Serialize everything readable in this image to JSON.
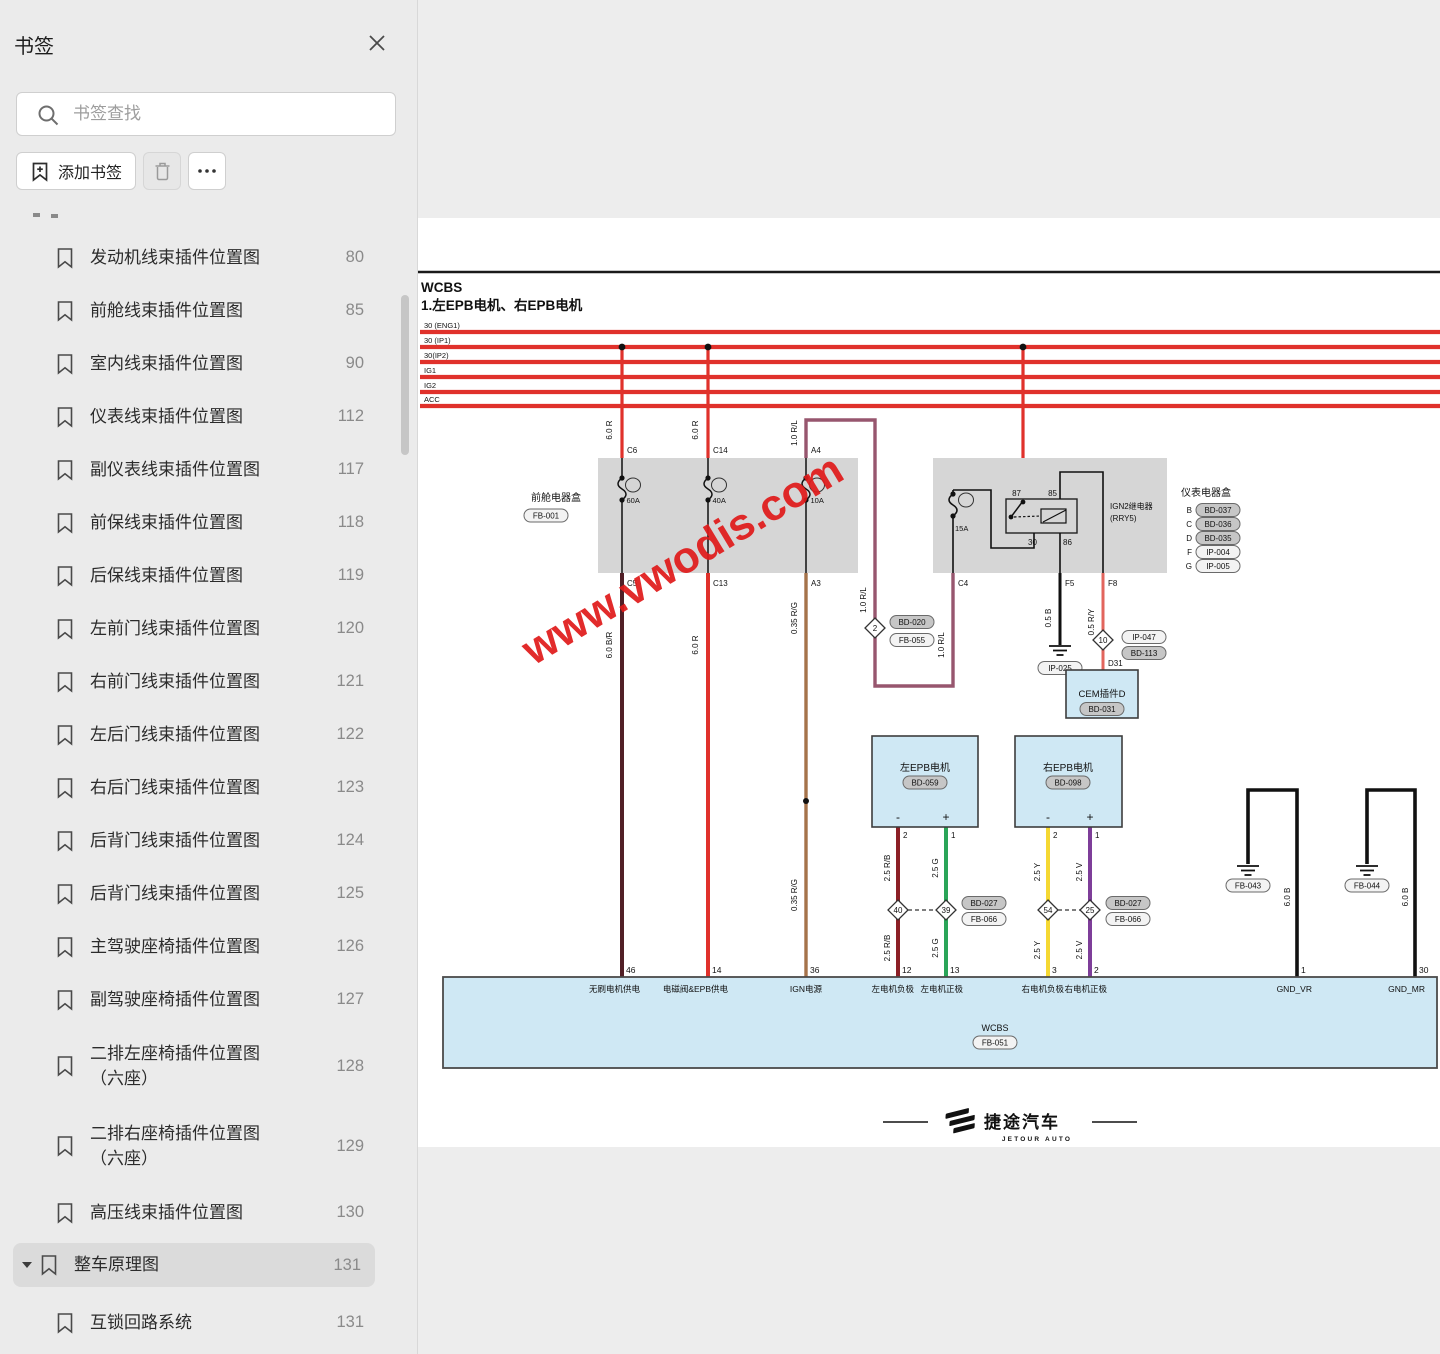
{
  "sidebar": {
    "title": "书签",
    "search_placeholder": "书签查找",
    "add_bookmark_label": "添加书签",
    "items": [
      {
        "label": "发动机线束插件位置图",
        "page": "80"
      },
      {
        "label": "前舱线束插件位置图",
        "page": "85"
      },
      {
        "label": "室内线束插件位置图",
        "page": "90"
      },
      {
        "label": "仪表线束插件位置图",
        "page": "112"
      },
      {
        "label": "副仪表线束插件位置图",
        "page": "117"
      },
      {
        "label": "前保线束插件位置图",
        "page": "118"
      },
      {
        "label": "后保线束插件位置图",
        "page": "119"
      },
      {
        "label": "左前门线束插件位置图",
        "page": "120"
      },
      {
        "label": "右前门线束插件位置图",
        "page": "121"
      },
      {
        "label": "左后门线束插件位置图",
        "page": "122"
      },
      {
        "label": "右后门线束插件位置图",
        "page": "123"
      },
      {
        "label": "后背门线束插件位置图",
        "page": "124"
      },
      {
        "label": "后背门线束插件位置图",
        "page": "125"
      },
      {
        "label": "主驾驶座椅插件位置图",
        "page": "126"
      },
      {
        "label": "副驾驶座椅插件位置图",
        "page": "127"
      },
      {
        "label": "二排左座椅插件位置图",
        "label2": "（六座）",
        "page": "128"
      },
      {
        "label": "二排右座椅插件位置图",
        "label2": "（六座）",
        "page": "129"
      },
      {
        "label": "高压线束插件位置图",
        "page": "130"
      },
      {
        "label": "整车原理图",
        "page": "131",
        "selected": true,
        "expanded": true
      },
      {
        "label": "互锁回路系统",
        "page": "131",
        "child": true
      }
    ]
  },
  "d": {
    "title": "WCBS",
    "subtitle": "1.左EPB电机、右EPB电机",
    "bus": [
      "30 (ENG1)",
      "30 (IP1)",
      "30(IP2)",
      "IG1",
      "IG2",
      "ACC"
    ],
    "front": {
      "name": "前舱电器盒",
      "ref": "FB-001",
      "pt": [
        "C6",
        "C14",
        "A4"
      ],
      "pb": [
        "C5",
        "C13",
        "A3"
      ],
      "amps": [
        "60A",
        "40A",
        "10A"
      ]
    },
    "inst": {
      "name": "仪表电器盒",
      "relay1": "IGN2继电器",
      "relay2": "(RRY5)",
      "amp": "15A",
      "t87": "87",
      "t85": "85",
      "t30": "30",
      "t86": "86",
      "pb": [
        "C4",
        "F5",
        "F8"
      ],
      "leg": [
        {
          "k": "B",
          "v": "BD-037"
        },
        {
          "k": "C",
          "v": "BD-036"
        },
        {
          "k": "D",
          "v": "BD-035"
        },
        {
          "k": "F",
          "v": "IP-004"
        },
        {
          "k": "G",
          "v": "IP-005"
        }
      ]
    },
    "w": {
      "r6": "6.0 R",
      "rl1": "1.0 R/L",
      "br6": "6.0 B/R",
      "rg035": "0.35 R/G",
      "b05": "0.5 B",
      "ry05": "0.5 R/Y",
      "rb25": "2.5 R/B",
      "g25": "2.5 G",
      "y25": "2.5 Y",
      "v25": "2.5 V",
      "b6": "6.0 B"
    },
    "dia2": {
      "n": "2",
      "a": "BD-020",
      "b": "FB-055"
    },
    "dia10": {
      "n": "10",
      "a": "IP-047",
      "b": "BD-113"
    },
    "diaL": {
      "n1": "40",
      "n2": "39",
      "a": "BD-027",
      "b": "FB-066"
    },
    "diaR": {
      "n1": "54",
      "n2": "25",
      "a": "BD-027",
      "b": "FB-066"
    },
    "gnd": {
      "ip025": "IP-025",
      "fb043": "FB-043",
      "fb044": "FB-044"
    },
    "cem": {
      "pin": "D31",
      "label": "CEM插件D",
      "ref": "BD-031"
    },
    "ml": {
      "label": "左EPB电机",
      "ref": "BD-059",
      "minus": "-",
      "plus": "+",
      "p2": "2",
      "p1": "1",
      "pb2": "12",
      "pb1": "13"
    },
    "mr": {
      "label": "右EPB电机",
      "ref": "BD-098",
      "minus": "-",
      "plus": "+",
      "p2": "2",
      "p1": "1",
      "pb2": "3",
      "pb1": "2"
    },
    "wcbs": {
      "label": "WCBS",
      "ref": "FB-051",
      "pins": [
        {
          "n": "46",
          "t": "无刷电机供电"
        },
        {
          "n": "14",
          "t": "电磁阀&EPB供电"
        },
        {
          "n": "36",
          "t": "IGN电源"
        },
        {
          "n": "12",
          "t": "左电机负极"
        },
        {
          "n": "13",
          "t": "左电机正极"
        },
        {
          "n": "3",
          "t": "右电机负极"
        },
        {
          "n": "2",
          "t": "右电机正极"
        },
        {
          "n": "1",
          "t": "GND_VR"
        },
        {
          "n": "30",
          "t": "GND_MR"
        }
      ]
    },
    "logo": {
      "cn": "捷途汽车",
      "en": "JETOUR AUTO"
    },
    "wm": "www.vwodis.com"
  },
  "colors": {
    "bus_red": "#e0312b",
    "wire_dark_red": "#511f26",
    "wire_brown": "#a5734b",
    "wire_maroon": "#97566e",
    "wire_rb": "#8c1f26",
    "wire_green": "#2aa558",
    "wire_yellow": "#f5d832",
    "wire_violet": "#7e3e99",
    "wire_salmon": "#e2655d",
    "box_gray": "#d6d6d6",
    "box_blue": "#cfe8f4",
    "watermark_red": "#e01b1b",
    "selected_row_bg": "#dbdbdb"
  }
}
